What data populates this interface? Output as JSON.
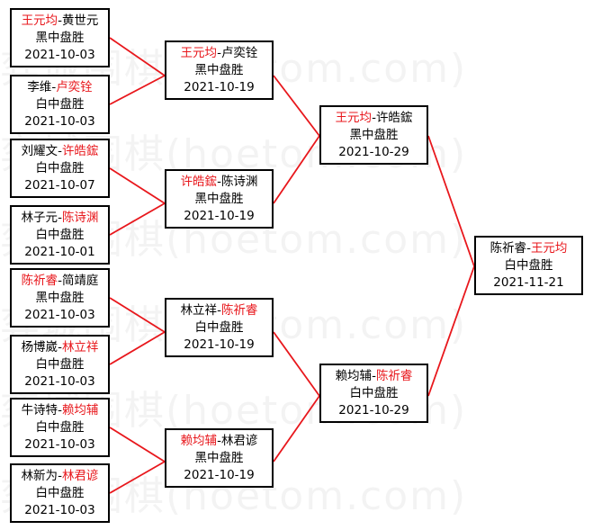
{
  "watermark": "弈城围棋(hoetom.com)",
  "colors": {
    "line": "#e8171c",
    "winner": "#e8171c",
    "border": "#000000"
  },
  "matches": {
    "r1": [
      {
        "left": "王元均",
        "sep": "-",
        "right": "黄世元",
        "winner": "left",
        "result": "黑中盘胜",
        "date": "2021-10-03"
      },
      {
        "left": "李维",
        "sep": "-",
        "right": "卢奕铨",
        "winner": "right",
        "result": "白中盘胜",
        "date": "2021-10-03"
      },
      {
        "left": "刘耀文",
        "sep": "-",
        "right": "许皓鋐",
        "winner": "right",
        "result": "白中盘胜",
        "date": "2021-10-07"
      },
      {
        "left": "林子元",
        "sep": "-",
        "right": "陈诗渊",
        "winner": "right",
        "result": "白中盘胜",
        "date": "2021-10-01"
      },
      {
        "left": "陈祈睿",
        "sep": "-",
        "right": "简靖庭",
        "winner": "left",
        "result": "黑中盘胜",
        "date": "2021-10-03"
      },
      {
        "left": "杨博崴",
        "sep": "-",
        "right": "林立祥",
        "winner": "right",
        "result": "白中盘胜",
        "date": "2021-10-03"
      },
      {
        "left": "牛诗特",
        "sep": "-",
        "right": "赖均辅",
        "winner": "right",
        "result": "白中盘胜",
        "date": "2021-10-03"
      },
      {
        "left": "林新为",
        "sep": "-",
        "right": "林君谚",
        "winner": "right",
        "result": "白中盘胜",
        "date": "2021-10-03"
      }
    ],
    "r2": [
      {
        "left": "王元均",
        "sep": "-",
        "right": "卢奕铨",
        "winner": "left",
        "result": "黑中盘胜",
        "date": "2021-10-19"
      },
      {
        "left": "许皓鋐",
        "sep": "-",
        "right": "陈诗渊",
        "winner": "left",
        "result": "黑中盘胜",
        "date": "2021-10-19"
      },
      {
        "left": "林立祥",
        "sep": "-",
        "right": "陈祈睿",
        "winner": "right",
        "result": "白中盘胜",
        "date": "2021-10-19"
      },
      {
        "left": "赖均辅",
        "sep": "-",
        "right": "林君谚",
        "winner": "left",
        "result": "黑中盘胜",
        "date": "2021-10-19"
      }
    ],
    "r3": [
      {
        "left": "王元均",
        "sep": "-",
        "right": "许皓鋐",
        "winner": "left",
        "result": "黑中盘胜",
        "date": "2021-10-29"
      },
      {
        "left": "赖均辅",
        "sep": "-",
        "right": "陈祈睿",
        "winner": "right",
        "result": "白中盘胜",
        "date": "2021-10-29"
      }
    ],
    "r4": [
      {
        "left": "陈祈睿",
        "sep": "-",
        "right": "王元均",
        "winner": "right",
        "result": "白中盘胜",
        "date": "2021-11-21"
      }
    ]
  }
}
